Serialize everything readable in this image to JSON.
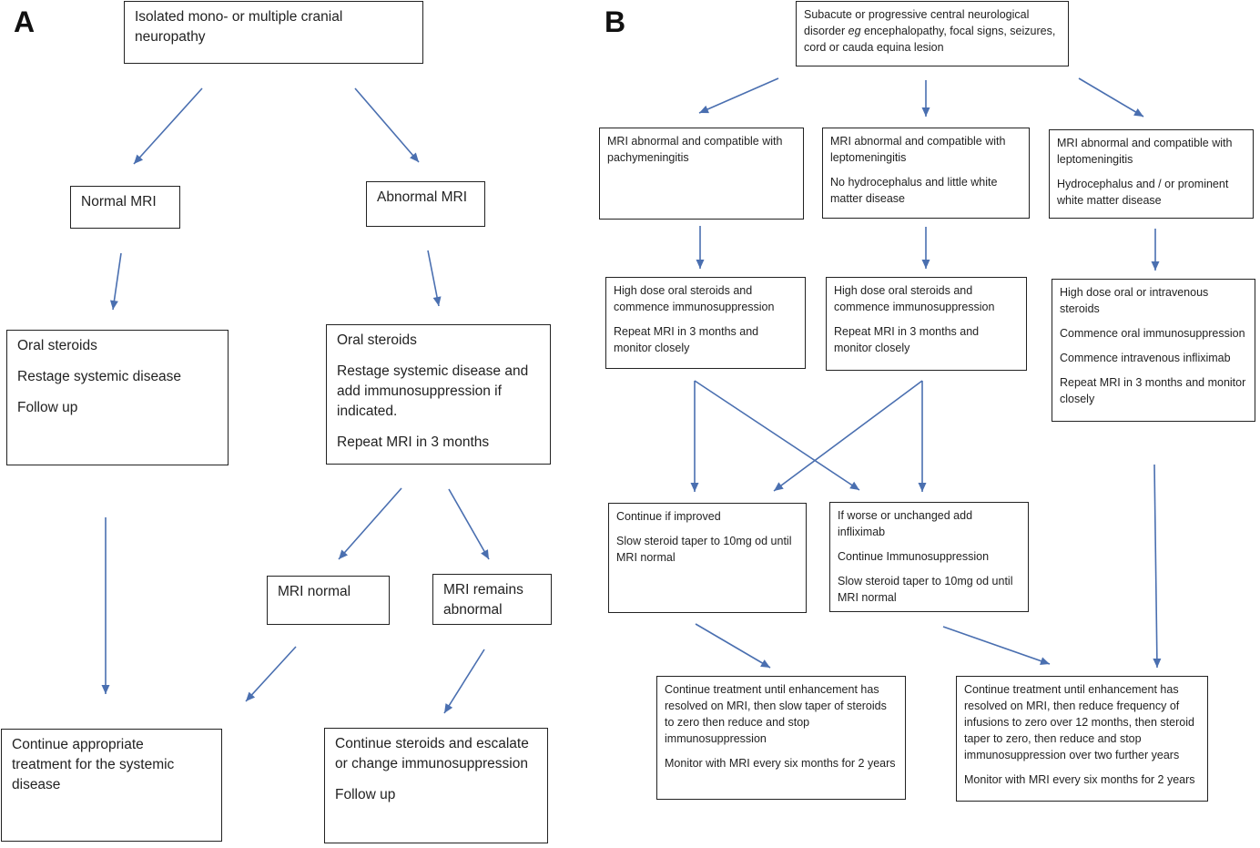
{
  "panel_a": {
    "label": "A",
    "top": [
      "Isolated mono- or multiple cranial\nneuropathy"
    ],
    "normal_mri": [
      "Normal MRI"
    ],
    "abnormal_mri": [
      "Abnormal MRI"
    ],
    "normal_plan": [
      "Oral steroids",
      "Restage systemic disease",
      "Follow up"
    ],
    "abnormal_plan": [
      "Oral steroids",
      "Restage systemic disease and\nadd immunosuppression if\nindicated.",
      "Repeat MRI in 3 months"
    ],
    "mri_normal": [
      "MRI normal"
    ],
    "mri_remains_abnormal": [
      "MRI remains\nabnormal"
    ],
    "continue_systemic": [
      "Continue appropriate\ntreatment for the systemic\ndisease"
    ],
    "continue_escalate": [
      "Continue steroids and escalate\nor change immunosuppression",
      "Follow up"
    ]
  },
  "panel_b": {
    "label": "B",
    "top": [
      "Subacute or progressive central neurological\ndisorder eg encephalopathy, focal signs, seizures,\ncord or cauda equina lesion"
    ],
    "pachy": [
      "MRI abnormal and compatible with\npachymeningitis"
    ],
    "lepto1": [
      "MRI abnormal and compatible with\nleptomeningitis",
      "No hydrocephalus and little white\nmatter disease"
    ],
    "lepto2": [
      "MRI abnormal and compatible with\nleptomeningitis",
      "Hydrocephalus and / or prominent\nwhite matter disease"
    ],
    "treat1": [
      "High dose oral steroids and\ncommence immunosuppression",
      "Repeat MRI in 3 months and\nmonitor closely"
    ],
    "treat2": [
      "High dose oral steroids and\ncommence immunosuppression",
      "Repeat MRI in 3 months and\nmonitor closely"
    ],
    "treat3": [
      "High dose oral or intravenous\nsteroids",
      "Commence oral immunosuppression",
      "Commence intravenous infliximab",
      "Repeat MRI in 3 months and monitor\nclosely"
    ],
    "improved": [
      "Continue if improved",
      "Slow steroid taper to 10mg od until\nMRI normal"
    ],
    "worse": [
      "If worse or unchanged add\ninfliximab",
      "Continue Immunosuppression",
      "Slow steroid taper to 10mg od until\nMRI normal"
    ],
    "outcome1": [
      "Continue treatment until enhancement has\nresolved on MRI, then slow taper of steroids\nto zero then reduce and stop\nimmunosuppression",
      "Monitor with MRI every six months for 2 years"
    ],
    "outcome2": [
      "Continue treatment until enhancement has\nresolved on MRI, then reduce frequency of\ninfusions to zero over 12 months, then steroid\ntaper to zero, then reduce and stop\nimmunosuppression over two further years",
      "Monitor with MRI every six months for 2 years"
    ]
  },
  "colors": {
    "arrow": "#4a6fb0",
    "border": "#222222"
  }
}
